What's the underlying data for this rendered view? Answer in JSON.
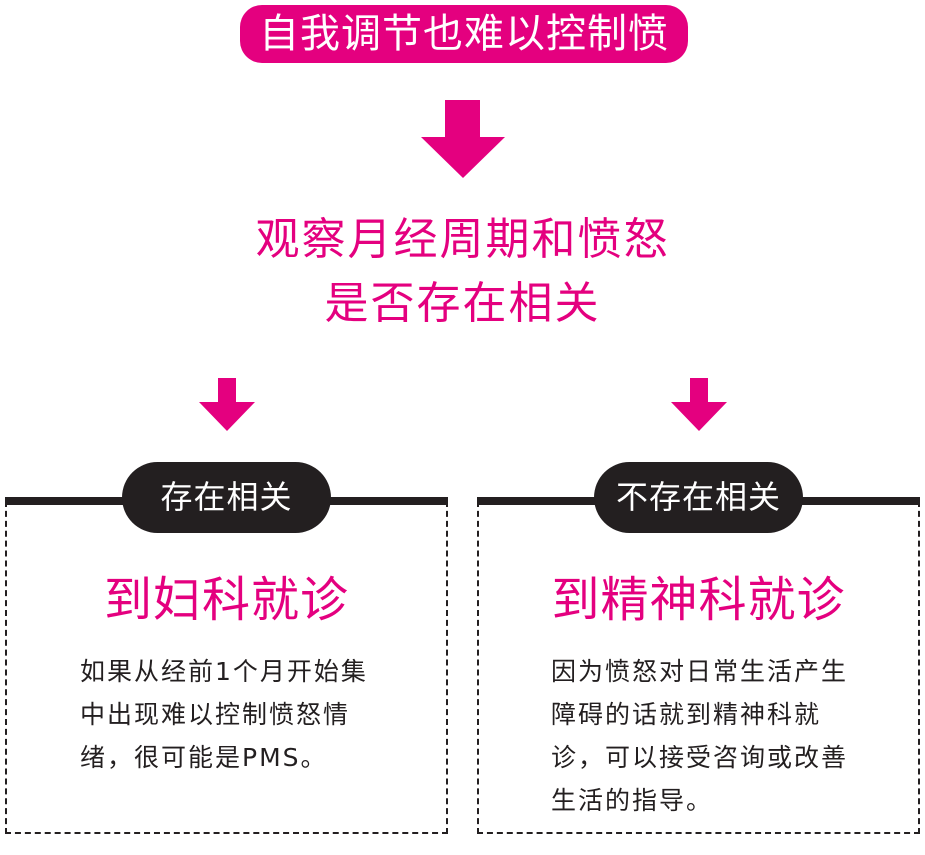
{
  "colors": {
    "accent": "#e4007f",
    "dark": "#231f20",
    "background": "#ffffff"
  },
  "start": {
    "label": "自我调节也难以控制愤怒"
  },
  "arrows": [
    {
      "id": "main",
      "icon": "down-arrow-icon"
    },
    {
      "id": "left",
      "icon": "down-arrow-icon"
    },
    {
      "id": "right",
      "icon": "down-arrow-icon"
    }
  ],
  "question": {
    "lines": [
      "观察月经周期和愤怒",
      "是否存在相关"
    ]
  },
  "branches": [
    {
      "label": "存在相关",
      "title": "到妇科就诊",
      "body_lines": [
        "如果从经前1个月开始集",
        "中出现难以控制愤怒情",
        "绪，很可能是PMS。"
      ]
    },
    {
      "label": "不存在相关",
      "title": "到精神科就诊",
      "body_lines": [
        "因为愤怒对日常生活产生",
        "障碍的话就到精神科就",
        "诊，可以接受咨询或改善",
        "生活的指导。"
      ]
    }
  ]
}
